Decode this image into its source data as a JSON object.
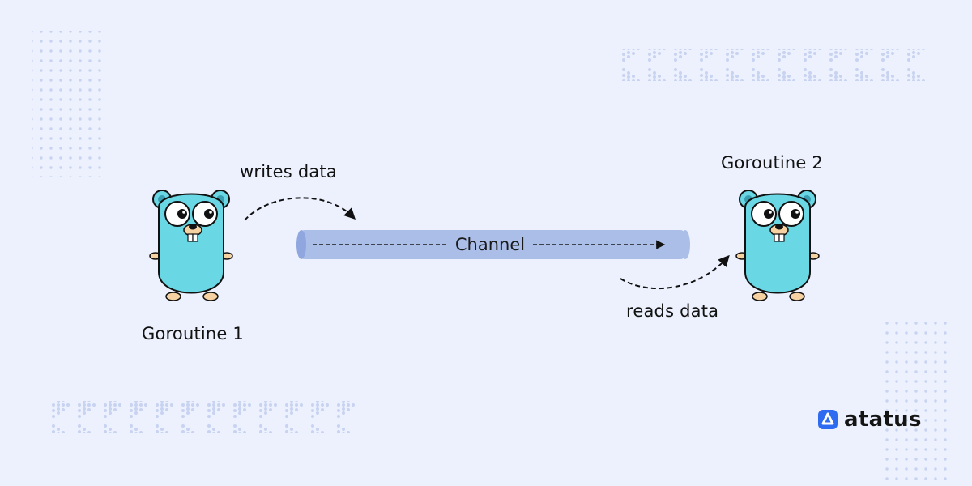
{
  "diagram": {
    "writer": {
      "name": "Goroutine 1",
      "action": "writes data"
    },
    "reader": {
      "name": "Goroutine 2",
      "action": "reads data"
    },
    "channel": {
      "label": "Channel"
    }
  },
  "brand": {
    "name": "atatus",
    "logo_icon": "atatus-logo-icon"
  },
  "colors": {
    "background": "#ecf1fd",
    "channel_fill": "#aabee8",
    "channel_end": "#8fa6de",
    "gopher_body": "#6ad7e5",
    "dot_pattern": "#c7d3f0",
    "brand": "#2f6bf0"
  },
  "icons": [
    "gopher-mascot",
    "dashed-curved-arrow",
    "dot-grid-pattern",
    "chevron-pattern"
  ]
}
